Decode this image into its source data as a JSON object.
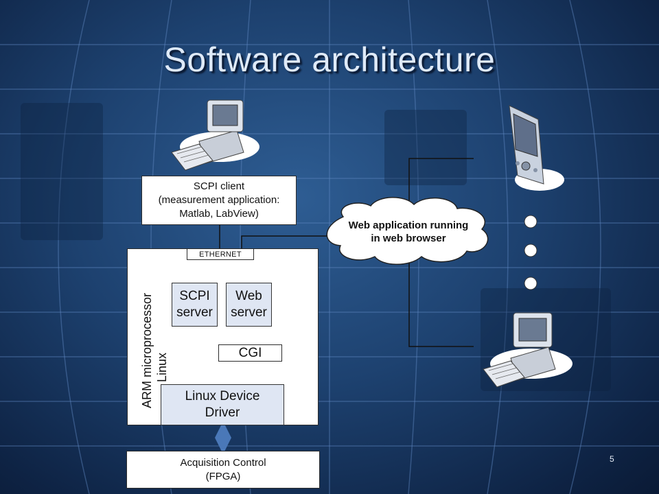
{
  "slide": {
    "title": "Software architecture",
    "page_number": "5"
  },
  "diagram": {
    "scpi_client": {
      "line1": "SCPI client",
      "line2": "(measurement application:",
      "line3": "Matlab, LabView)"
    },
    "ethernet_label": "ETHERNET",
    "board_label_line1": "ARM microprocessor",
    "board_label_line2": "Linux",
    "scpi_server": {
      "line1": "SCPI",
      "line2": "server"
    },
    "web_server": {
      "line1": "Web",
      "line2": "server"
    },
    "cgi_label": "CGI",
    "device_driver": {
      "line1": "Linux Device",
      "line2": "Driver"
    },
    "acquisition": {
      "line1": "Acquisition Control",
      "line2": "(FPGA)"
    },
    "cloud": {
      "line1": "Web application running",
      "line2": "in web browser"
    },
    "icons": [
      "desktop-computer-icon",
      "pda-icon",
      "desktop-computer-icon"
    ],
    "colors": {
      "arrow": "#4a78b8",
      "box_fill": "#dfe6f3",
      "cloud_fill": "#ffffff"
    }
  }
}
